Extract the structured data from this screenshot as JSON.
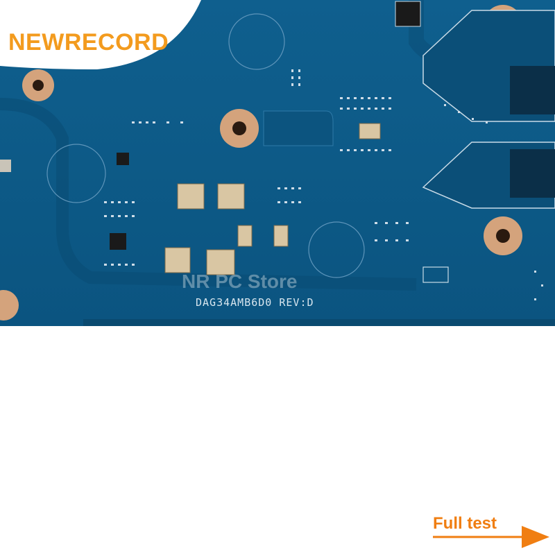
{
  "brand": {
    "logo_text": "NEWRECORD",
    "color": "#f39b1e"
  },
  "board": {
    "watermark": "NR PC Store",
    "silkscreen_label": "DAG34AMB6D0 REV:D",
    "pcb_color": "#0f5f8e",
    "pad_color": "#d4a37c"
  },
  "footer": {
    "full_test_label": "Full test",
    "arrow_icon": "arrow-right-icon",
    "color": "#f07e12"
  }
}
